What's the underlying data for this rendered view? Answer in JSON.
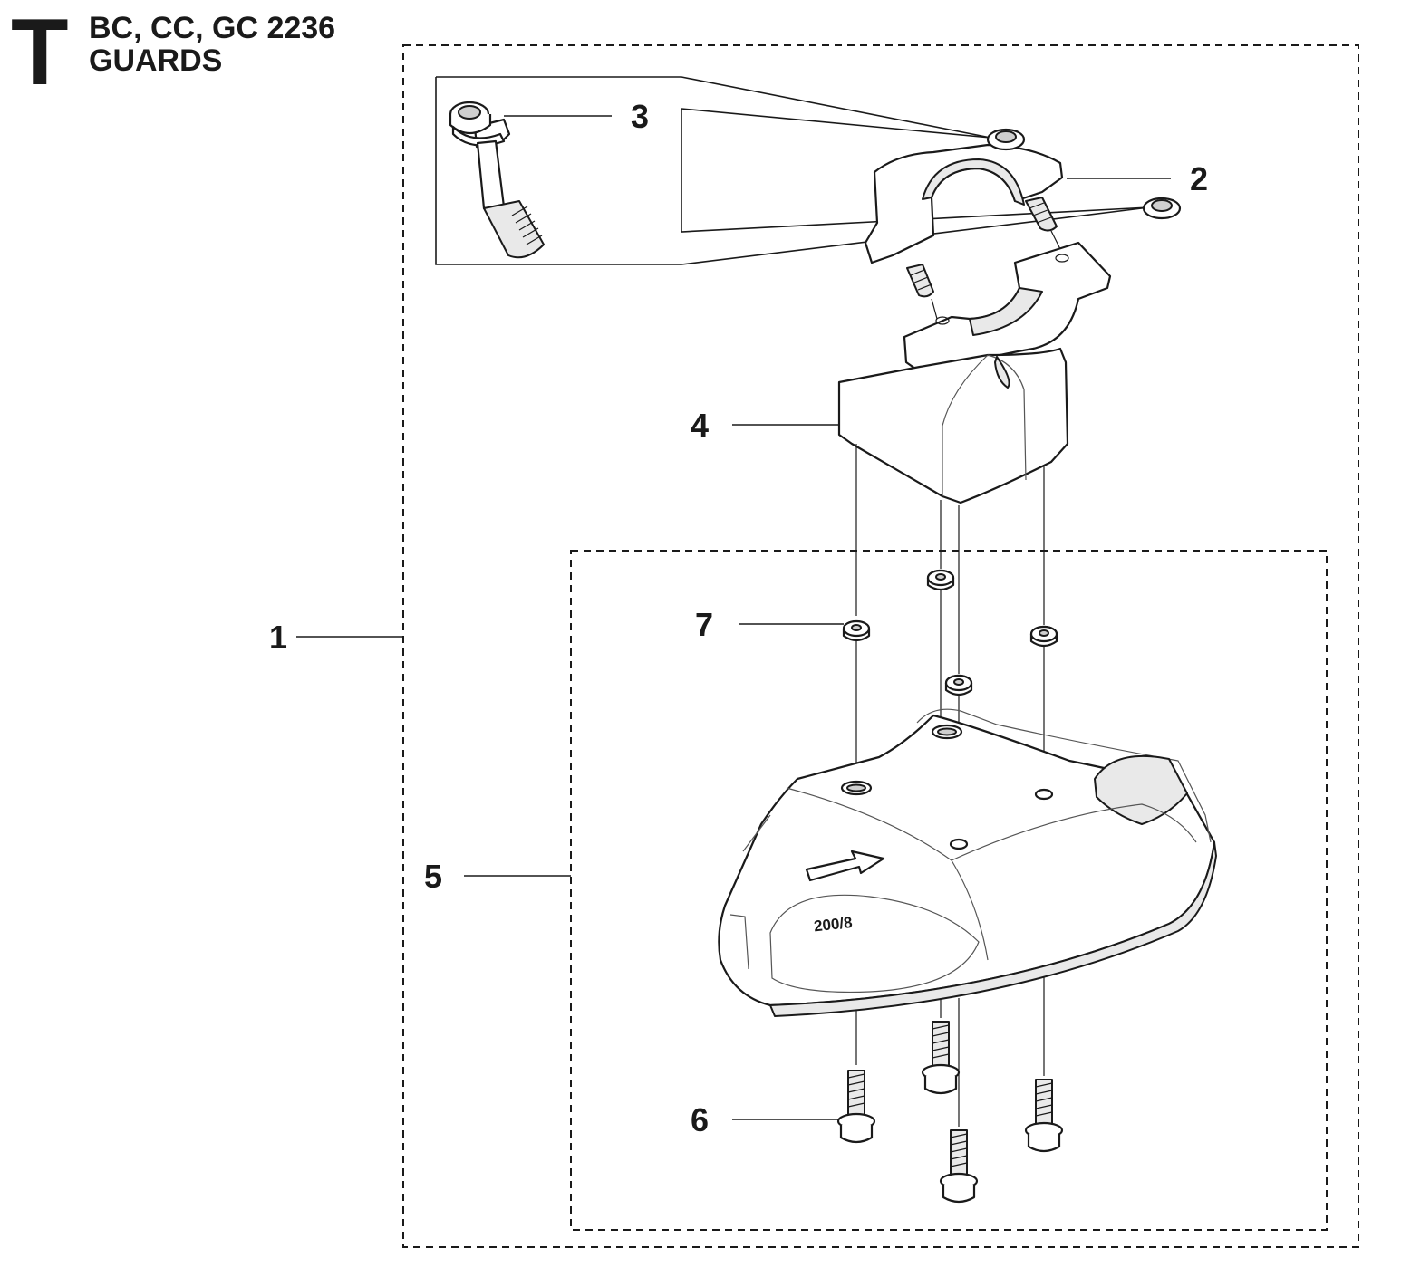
{
  "header": {
    "section_letter": "T",
    "models": "BC, CC, GC 2236",
    "section_title": "GUARDS"
  },
  "guard_marking": "200/8",
  "callouts": [
    {
      "id": "1",
      "label": "1"
    },
    {
      "id": "2",
      "label": "2"
    },
    {
      "id": "3",
      "label": "3"
    },
    {
      "id": "4",
      "label": "4"
    },
    {
      "id": "5",
      "label": "5"
    },
    {
      "id": "6",
      "label": "6"
    },
    {
      "id": "7",
      "label": "7"
    }
  ]
}
